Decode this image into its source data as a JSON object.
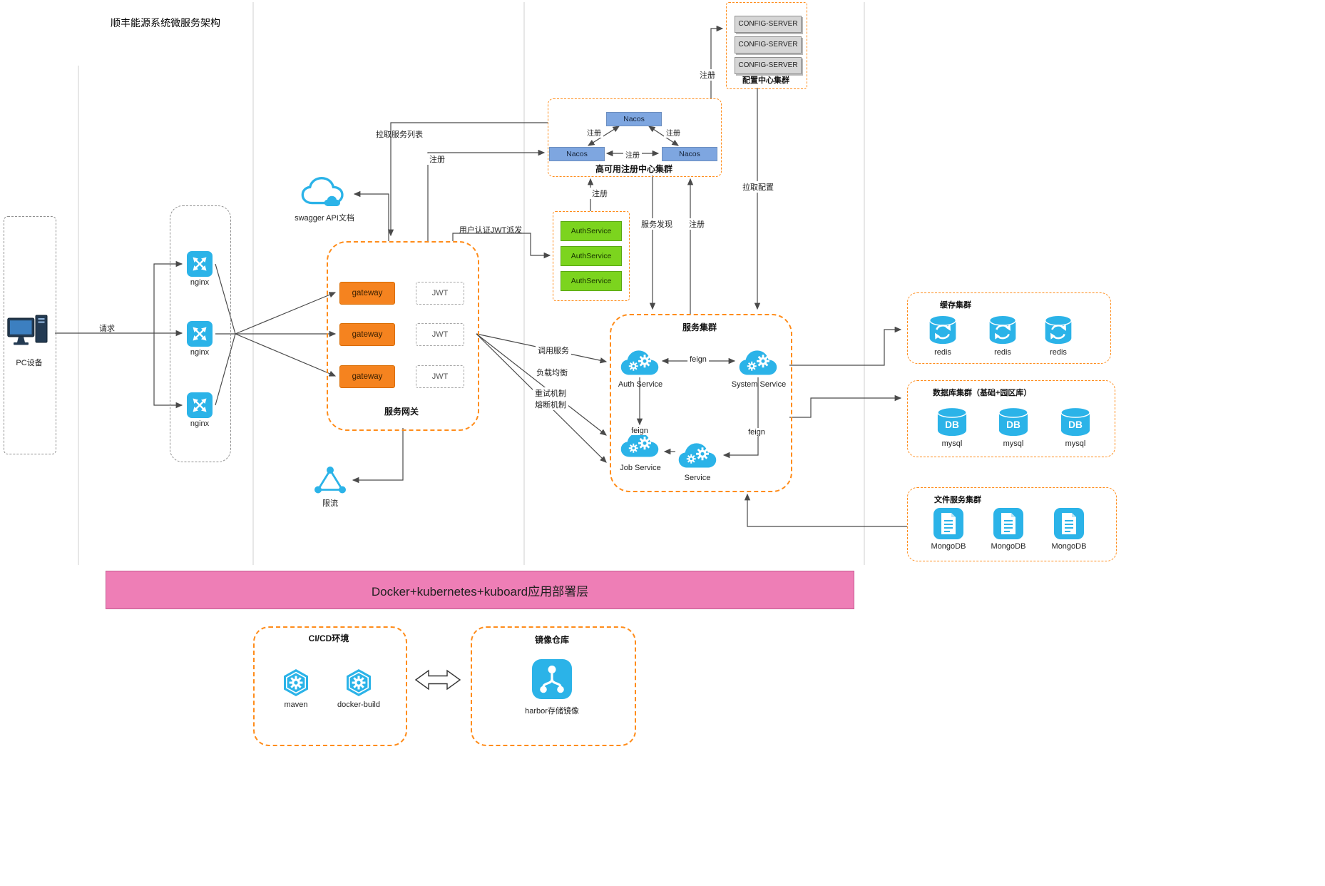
{
  "title": "顺丰能源系统微服务架构",
  "pc": {
    "label": "PC设备"
  },
  "nginx_cluster": {
    "items": [
      "nginx",
      "nginx",
      "nginx"
    ]
  },
  "gateway": {
    "title": "服务网关",
    "nodes": [
      "gateway",
      "gateway",
      "gateway"
    ],
    "jwts": [
      "JWT",
      "JWT",
      "JWT"
    ]
  },
  "swagger": {
    "label": "swagger API文档"
  },
  "rate_limit": {
    "label": "限流"
  },
  "registry": {
    "title": "高可用注册中心集群",
    "nodes": [
      "Nacos",
      "Nacos",
      "Nacos"
    ]
  },
  "config_center": {
    "title": "配置中心集群",
    "nodes": [
      "CONFIG-SERVER",
      "CONFIG-SERVER",
      "CONFIG-SERVER"
    ]
  },
  "auth_cluster": {
    "nodes": [
      "AuthService",
      "AuthService",
      "AuthService"
    ]
  },
  "service_cluster": {
    "title": "服务集群",
    "auth": "Auth Service",
    "system": "System Service",
    "job": "Job Service",
    "service": "Service"
  },
  "cache_cluster": {
    "title": "缓存集群",
    "items": [
      "redis",
      "redis",
      "redis"
    ]
  },
  "db_cluster": {
    "title": "数据库集群（基础+园区库）",
    "items": [
      "mysql",
      "mysql",
      "mysql"
    ]
  },
  "file_cluster": {
    "title": "文件服务集群",
    "items": [
      "MongoDB",
      "MongoDB",
      "MongoDB"
    ]
  },
  "deploy_layer": {
    "label": "Docker+kubernetes+kuboard应用部署层"
  },
  "cicd": {
    "title": "CI/CD环境",
    "items": [
      "maven",
      "docker-build"
    ]
  },
  "image_repo": {
    "title": "镜像仓库",
    "label": "harbor存储镜像"
  },
  "edges": {
    "request": "请求",
    "pull_service_list": "拉取服务列表",
    "register": "注册",
    "jwt_issue": "用户认证JWT派发",
    "service_discovery": "服务发现",
    "pull_config": "拉取配置",
    "invoke_service": "调用服务",
    "load_balance": "负载均衡",
    "retry": "重试机制",
    "circuit_break": "熔断机制",
    "feign": "feign"
  },
  "colors": {
    "accent_orange": "#ff8c1a",
    "node_orange": "#f5831f",
    "node_green": "#7cd41e",
    "node_blue": "#7ea6e0",
    "icon_cyan": "#2bb3e8",
    "deploy_pink": "#ee7eb6"
  }
}
